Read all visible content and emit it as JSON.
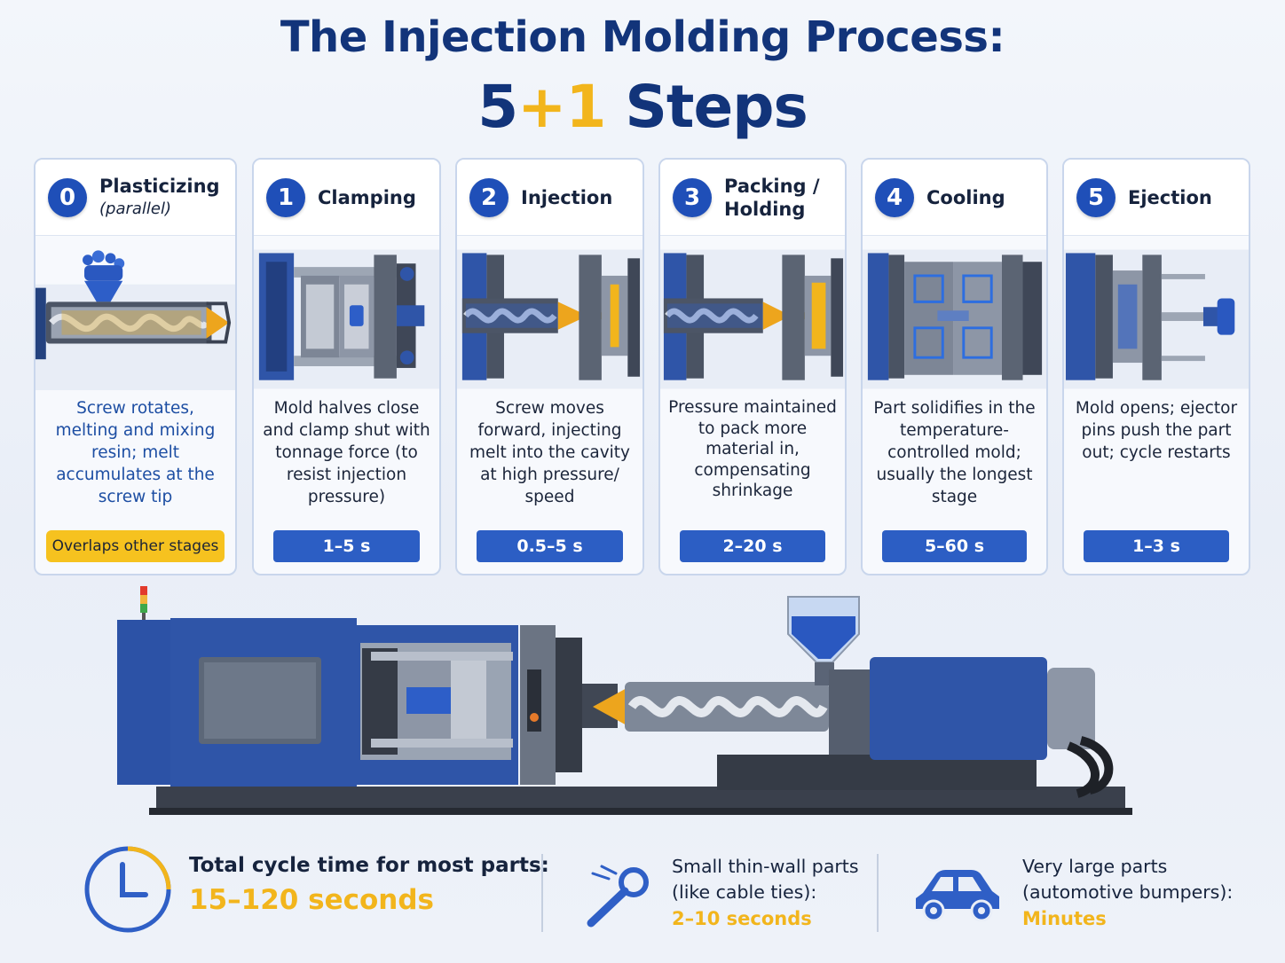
{
  "title": {
    "line1": "The Injection Molding Process:",
    "line2_main": "5",
    "line2_accent": "+1",
    "line2_rest": " Steps"
  },
  "steps": [
    {
      "number": "0",
      "name": "Plasticizing",
      "sub": "(parallel)",
      "description": "Screw rotates, melting and mixing resin; melt accumulates at the screw tip",
      "time": "Overlaps other stages",
      "image": "screw-barrel-hopper"
    },
    {
      "number": "1",
      "name": "Clamping",
      "sub": "",
      "description": "Mold halves close and clamp shut with tonnage force (to resist injection pressure)",
      "time": "1–5 s",
      "image": "mold-clamp"
    },
    {
      "number": "2",
      "name": "Injection",
      "sub": "",
      "description": "Screw moves forward, injecting melt into the cavity at high pressure/ speed",
      "time": "0.5–5 s",
      "image": "screw-injecting-mold"
    },
    {
      "number": "3",
      "name": "Packing / Holding",
      "sub": "",
      "description": "Pressure maintained to pack more material in, compensating shrinkage",
      "time": "2–20 s",
      "image": "screw-packing-mold"
    },
    {
      "number": "4",
      "name": "Cooling",
      "sub": "",
      "description": "Part solidifies in the temperature-controlled mold; usually the longest stage",
      "time": "5–60 s",
      "image": "mold-cooling-channels"
    },
    {
      "number": "5",
      "name": "Ejection",
      "sub": "",
      "description": "Mold opens; ejector pins push the part out; cycle restarts",
      "time": "1–3 s",
      "image": "mold-open-ejector"
    }
  ],
  "footer": {
    "total_label": "Total cycle time for most parts:",
    "total_value": "15–120 seconds",
    "small_line1": "Small thin-wall parts",
    "small_line2": "(like cable ties):",
    "small_value": "2–10 seconds",
    "large_line1": "Very large parts",
    "large_line2": "(automotive bumpers):",
    "large_value": "Minutes"
  },
  "icons": {
    "total": "clock-icon",
    "small": "cable-tie-icon",
    "large": "car-icon"
  },
  "colors": {
    "navy": "#12347a",
    "blue": "#1f4fb8",
    "accent_yellow": "#f2b51c",
    "machine_blue": "#2f55a8",
    "steel": "#8d96a6"
  }
}
